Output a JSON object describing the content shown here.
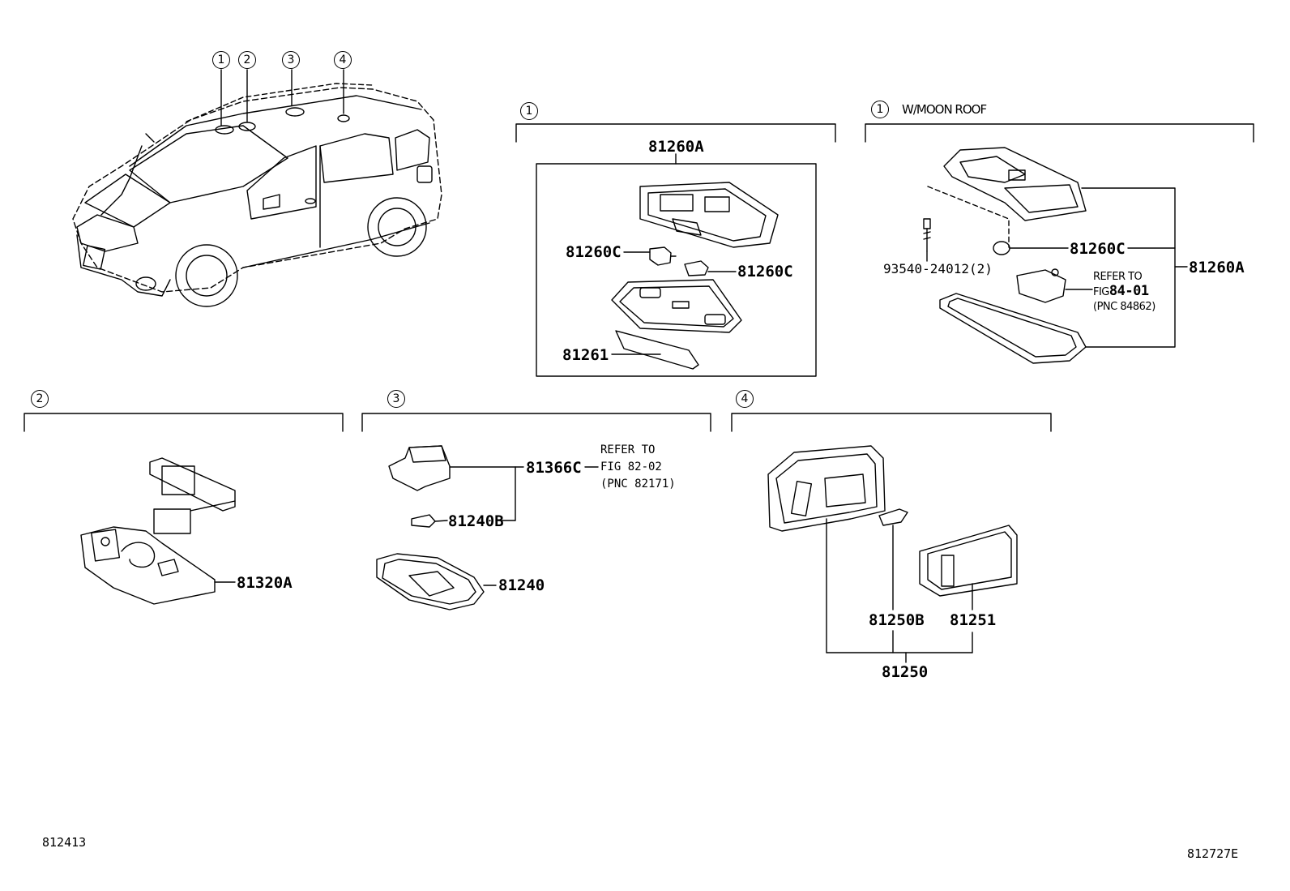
{
  "vehicle_callouts": [
    "1",
    "2",
    "3",
    "4"
  ],
  "sections": [
    {
      "id": "1",
      "note": ""
    },
    {
      "id": "1",
      "note": "W/MOON ROOF"
    },
    {
      "id": "2",
      "note": ""
    },
    {
      "id": "3",
      "note": ""
    },
    {
      "id": "4",
      "note": ""
    }
  ],
  "part_labels": {
    "p81260A_top": "81260A",
    "p81260C_a": "81260C",
    "p81260C_b": "81260C",
    "p81261": "81261",
    "p81260C_moon": "81260C",
    "p81260A_moon": "81260A",
    "p93540": "93540-24012(2)",
    "p81320A": "81320A",
    "p81366C": "81366C",
    "p81240B": "81240B",
    "p81240": "81240",
    "p81250B": "81250B",
    "p81251": "81251",
    "p81250": "81250"
  },
  "references": {
    "moon_roof": {
      "line1": "REFER TO",
      "line2_prefix": "FIG",
      "line2_fig": "84-01",
      "line3": "(PNC 84862)"
    },
    "map_lamp": {
      "line1": "REFER TO",
      "line2": "FIG 82-02",
      "line3": "(PNC 82171)"
    }
  },
  "figure_ids": {
    "left": "812413",
    "right": "812727E"
  }
}
